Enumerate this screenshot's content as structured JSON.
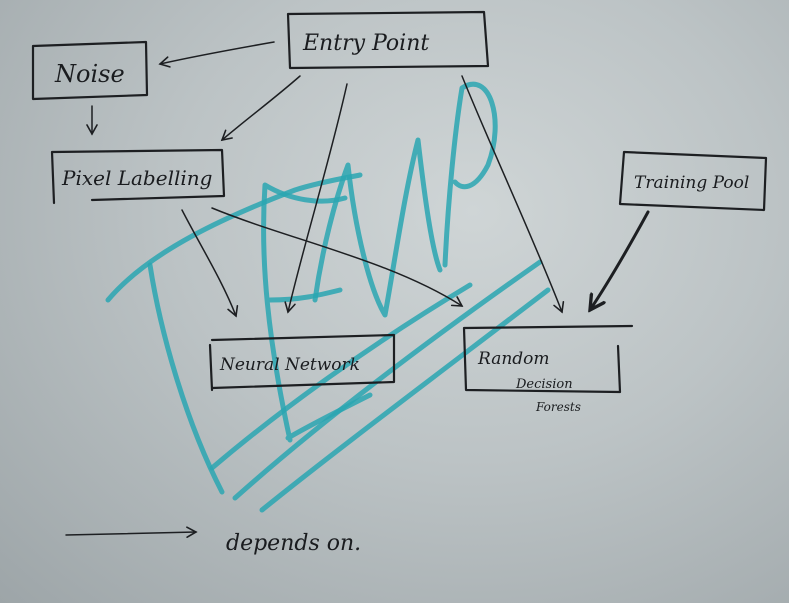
{
  "nodes": {
    "entry_point": "Entry Point",
    "noise": "Noise",
    "pixel_labelling": "Pixel Labelling",
    "training_pool": "Training Pool",
    "neural_network": "Neural Network",
    "random_decision_line1": "Random",
    "random_decision_line2": "Decision",
    "random_decision_line3": "Forests"
  },
  "legend": {
    "label": "depends on."
  },
  "overlay": {
    "word": "TEMP",
    "color": "#2aa6b1"
  },
  "edges": [
    {
      "from": "Entry Point",
      "to": "Noise"
    },
    {
      "from": "Entry Point",
      "to": "Pixel Labelling"
    },
    {
      "from": "Entry Point",
      "to": "Neural Network"
    },
    {
      "from": "Entry Point",
      "to": "Random Decision Forests"
    },
    {
      "from": "Noise",
      "to": "Pixel Labelling"
    },
    {
      "from": "Pixel Labelling",
      "to": "Neural Network"
    },
    {
      "from": "Pixel Labelling",
      "to": "Random Decision Forests"
    },
    {
      "from": "Training Pool",
      "to": "Random Decision Forests"
    }
  ]
}
